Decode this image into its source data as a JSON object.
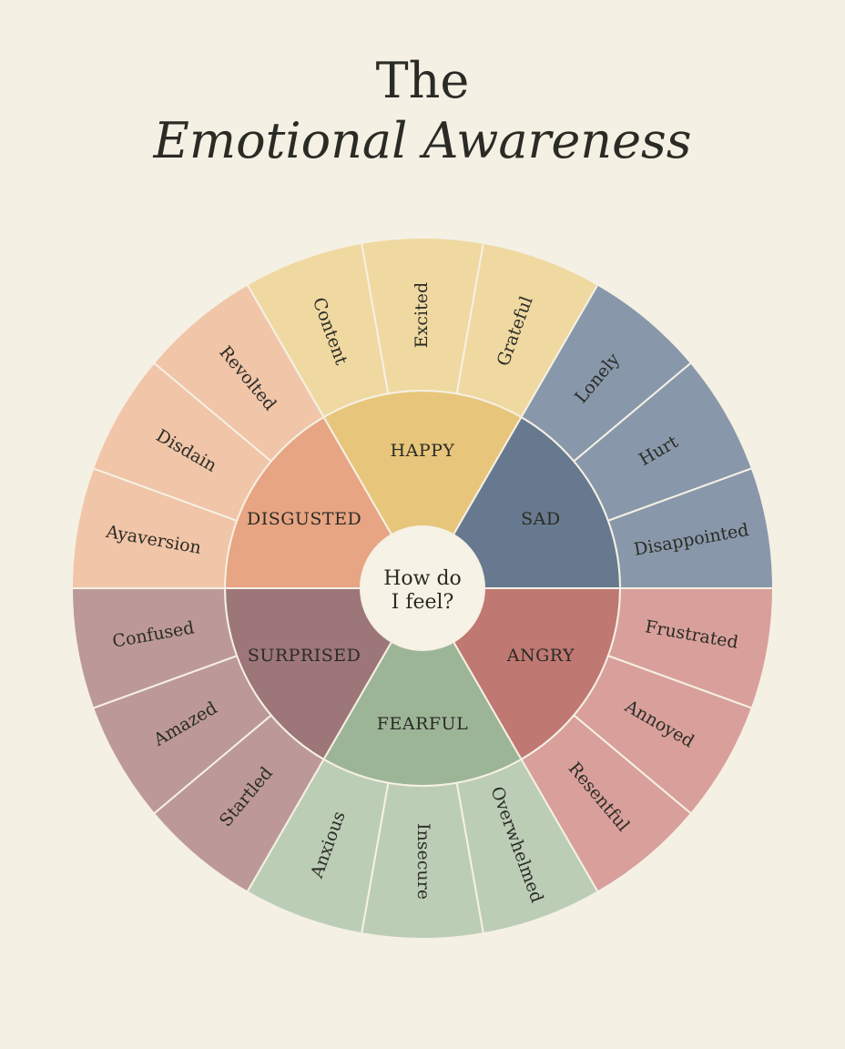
{
  "title": {
    "line1": "The",
    "line2": "Emotional Awareness"
  },
  "center": {
    "line1": "How do",
    "line2": "I feel?"
  },
  "emotions": [
    {
      "name": "HAPPY",
      "inner_color": "#e7c67b",
      "outer_color": "#efd9a1",
      "subs": [
        "Content",
        "Excited",
        "Grateful"
      ]
    },
    {
      "name": "SAD",
      "inner_color": "#67798e",
      "outer_color": "#8898aa",
      "subs": [
        "Lonely",
        "Hurt",
        "Disappointed"
      ]
    },
    {
      "name": "ANGRY",
      "inner_color": "#c07872",
      "outer_color": "#d9a09b",
      "subs": [
        "Frustrated",
        "Annoyed",
        "Resentful"
      ]
    },
    {
      "name": "FEARFUL",
      "inner_color": "#9db597",
      "outer_color": "#bccdb6",
      "subs": [
        "Overwhelmed",
        "Insecure",
        "Anxious"
      ]
    },
    {
      "name": "SURPRISED",
      "inner_color": "#9d7679",
      "outer_color": "#bc9998",
      "subs": [
        "Startled",
        "Amazed",
        "Confused"
      ]
    },
    {
      "name": "DISGUSTED",
      "inner_color": "#e8a583",
      "outer_color": "#f1c5a8",
      "subs": [
        "Ayaversion",
        "Disdain",
        "Revolted"
      ]
    }
  ],
  "colors": {
    "background": "#f5f0e4",
    "center": "#f7f2e6",
    "divider": "#f5f0e4",
    "text": "#2b2b26"
  }
}
